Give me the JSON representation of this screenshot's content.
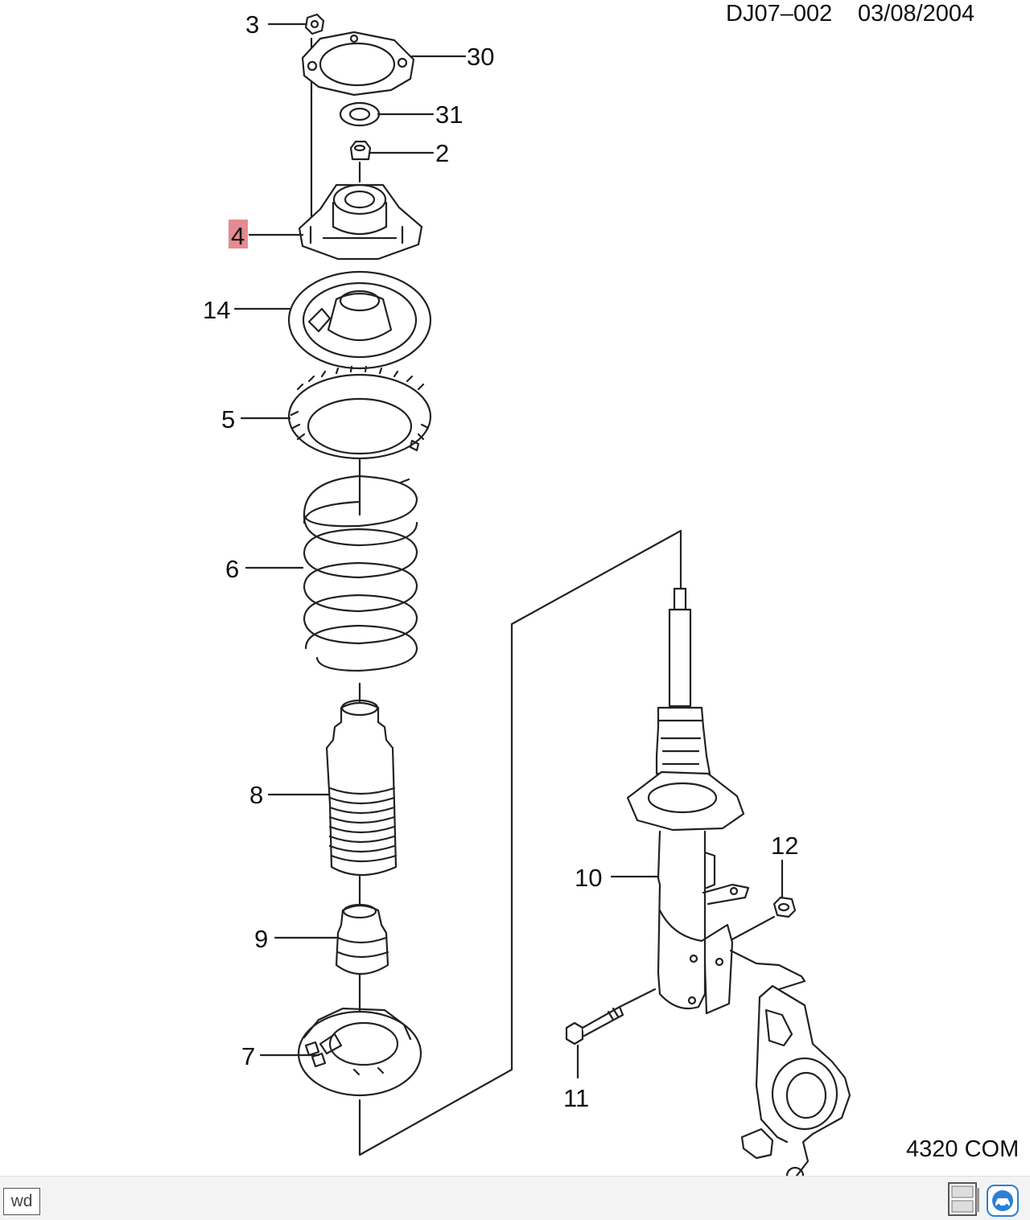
{
  "header": {
    "drawing_ref": "DJ07–002",
    "date": "03/08/2004"
  },
  "footer_code": "4320 COM",
  "highlight_color": "#e58a91",
  "callouts": [
    {
      "id": "3",
      "text": "3"
    },
    {
      "id": "30",
      "text": "30"
    },
    {
      "id": "31",
      "text": "31"
    },
    {
      "id": "2",
      "text": "2"
    },
    {
      "id": "4",
      "text": "4",
      "highlighted": true
    },
    {
      "id": "14",
      "text": "14"
    },
    {
      "id": "5",
      "text": "5"
    },
    {
      "id": "6",
      "text": "6"
    },
    {
      "id": "8",
      "text": "8"
    },
    {
      "id": "9",
      "text": "9"
    },
    {
      "id": "7",
      "text": "7"
    },
    {
      "id": "12",
      "text": "12"
    },
    {
      "id": "10",
      "text": "10"
    },
    {
      "id": "11",
      "text": "11"
    }
  ],
  "footer": {
    "wd_button": "wd",
    "left_icon": "wd-button",
    "right_icons": [
      "gm-spo-icon",
      "assistant-car-icon"
    ]
  }
}
